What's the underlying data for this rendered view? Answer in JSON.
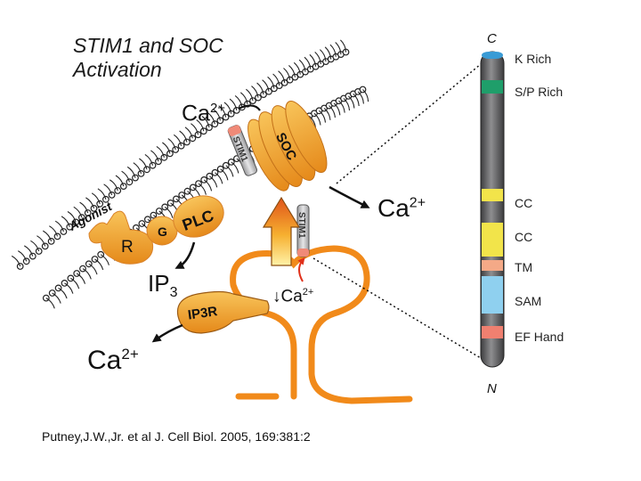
{
  "title": {
    "line1": "STIM1 and SOC",
    "line2": "Activation"
  },
  "citation": "Putney,J.W.,Jr. et al J. Cell Biol. 2005, 169:381:2",
  "cell": {
    "agonist": "Agonist",
    "receptor": "R",
    "g_protein": "G",
    "plc": "PLC",
    "soc": "SOC",
    "stim1_pm": "STIM1",
    "stim1_er": "STIM1",
    "ip3r": "IP3R",
    "ca_top": {
      "base": "Ca",
      "sup": "2+"
    },
    "ca_right": {
      "base": "Ca",
      "sup": "2+"
    },
    "ca_left": {
      "base": "Ca",
      "sup": "2+"
    },
    "ca_er": {
      "base": "Ca",
      "sup": "2+"
    },
    "ca_er_arrow": "↓",
    "ip3": {
      "base": "IP",
      "sub": "3"
    }
  },
  "stim1_domains": {
    "c_terminus": "C",
    "n_terminus": "N",
    "items": [
      {
        "label": "K Rich",
        "color": "#3a9bd5"
      },
      {
        "label": "S/P Rich",
        "color": "#1f9e6a"
      },
      {
        "label": "CC",
        "color": "#f2e44a"
      },
      {
        "label": "CC",
        "color": "#f2e44a"
      },
      {
        "label": "TM",
        "color": "#f4a987"
      },
      {
        "label": "SAM",
        "color": "#8fd0ef"
      },
      {
        "label": "EF Hand",
        "color": "#f08070"
      }
    ]
  },
  "colors": {
    "orange": "#f0a21e",
    "er_orange": "#f18a1a",
    "rod_gray": "#6e6e70"
  }
}
